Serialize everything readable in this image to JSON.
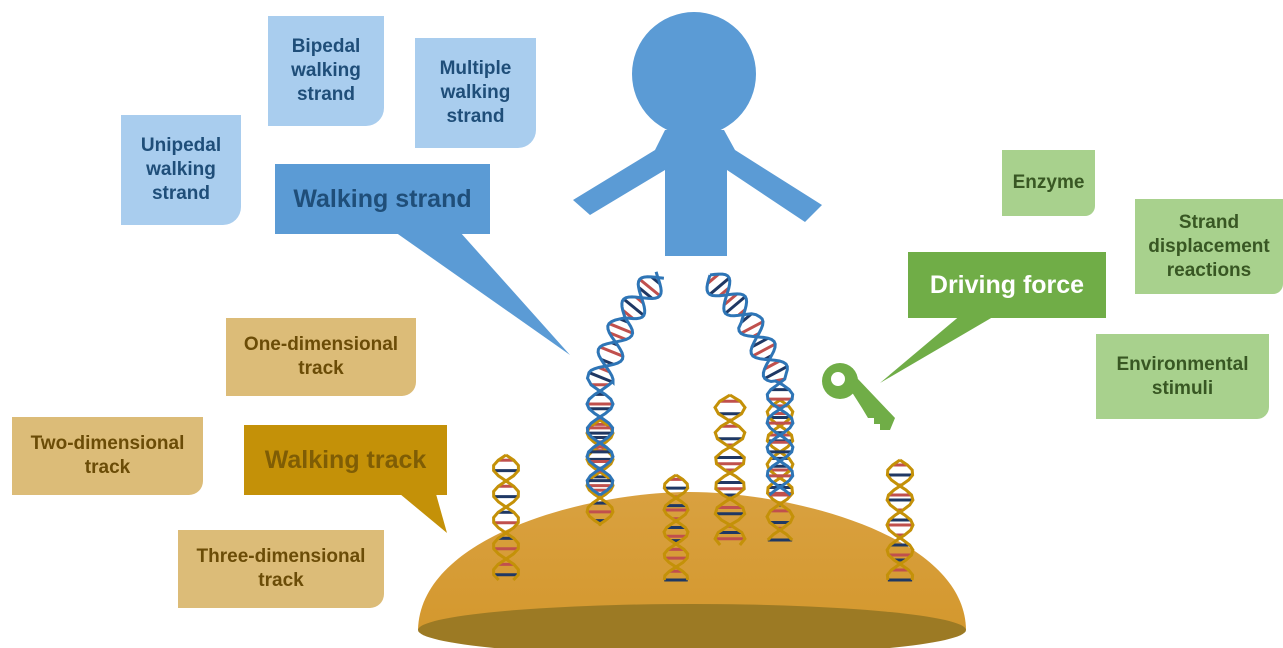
{
  "walking_strand": {
    "title": "Walking strand",
    "types": [
      "Unipedal\nwalking\nstrand",
      "Bipedal\nwalking\nstrand",
      "Multiple\nwalking\nstrand"
    ]
  },
  "walking_track": {
    "title": "Walking track",
    "types": [
      "One-dimensional\ntrack",
      "Two-dimensional\ntrack",
      "Three-dimensional\ntrack"
    ]
  },
  "driving_force": {
    "title": "Driving force",
    "types": [
      "Enzyme",
      "Strand\ndisplacement\nreactions",
      "Environmental\nstimuli"
    ]
  },
  "colors": {
    "walker_blue": "#5b9bd5",
    "track_gold": "#c49108",
    "force_green": "#70ad47",
    "surface": "#d9a140"
  },
  "icons": [
    "walker-figure-icon",
    "key-icon",
    "dna-helix-icon",
    "surface-dome-icon"
  ]
}
